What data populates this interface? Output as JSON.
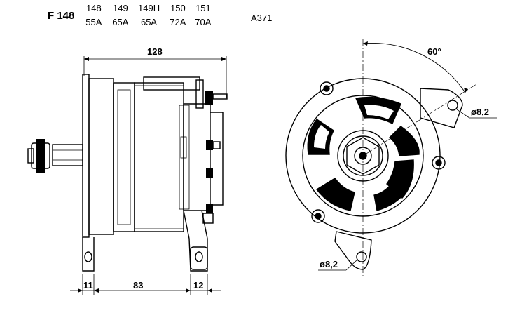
{
  "header": {
    "model": "F 148",
    "variants": [
      {
        "number": "148",
        "current": "55A"
      },
      {
        "number": "149",
        "current": "65A"
      },
      {
        "number": "149H",
        "current": "65A"
      },
      {
        "number": "150",
        "current": "72A"
      },
      {
        "number": "151",
        "current": "70A"
      }
    ],
    "drawing_code": "A371"
  },
  "side_view": {
    "overall_length": "128",
    "dim_front": "11",
    "dim_mid": "83",
    "dim_rear": "12"
  },
  "front_view": {
    "angle": "60°",
    "hole_upper": "ø8,2",
    "hole_lower": "ø8,2"
  }
}
